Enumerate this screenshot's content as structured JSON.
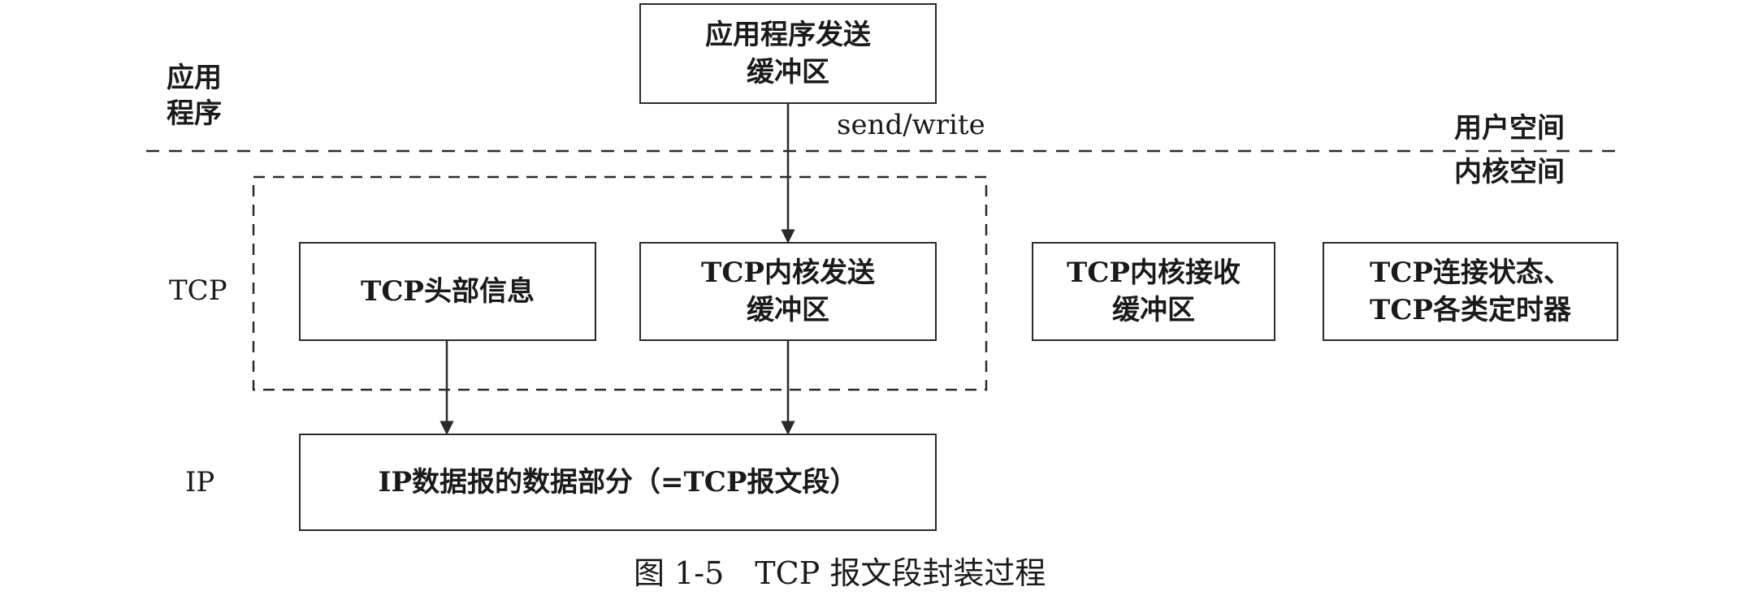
{
  "layers": {
    "app": "应用\n程序",
    "tcp": "TCP",
    "ip": "IP"
  },
  "spaces": {
    "user": "用户空间",
    "kernel": "内核空间"
  },
  "syscall_label": "send/write",
  "boxes": {
    "app_send_buffer": "应用程序发送\n缓冲区",
    "tcp_header": "TCP头部信息",
    "tcp_kernel_send": "TCP内核发送\n缓冲区",
    "tcp_kernel_recv": "TCP内核接收\n缓冲区",
    "tcp_state_timers": "TCP连接状态、\nTCP各类定时器",
    "ip_data": "IP数据报的数据部分（=TCP报文段）"
  },
  "caption": "图 1-5　TCP 报文段封装过程"
}
